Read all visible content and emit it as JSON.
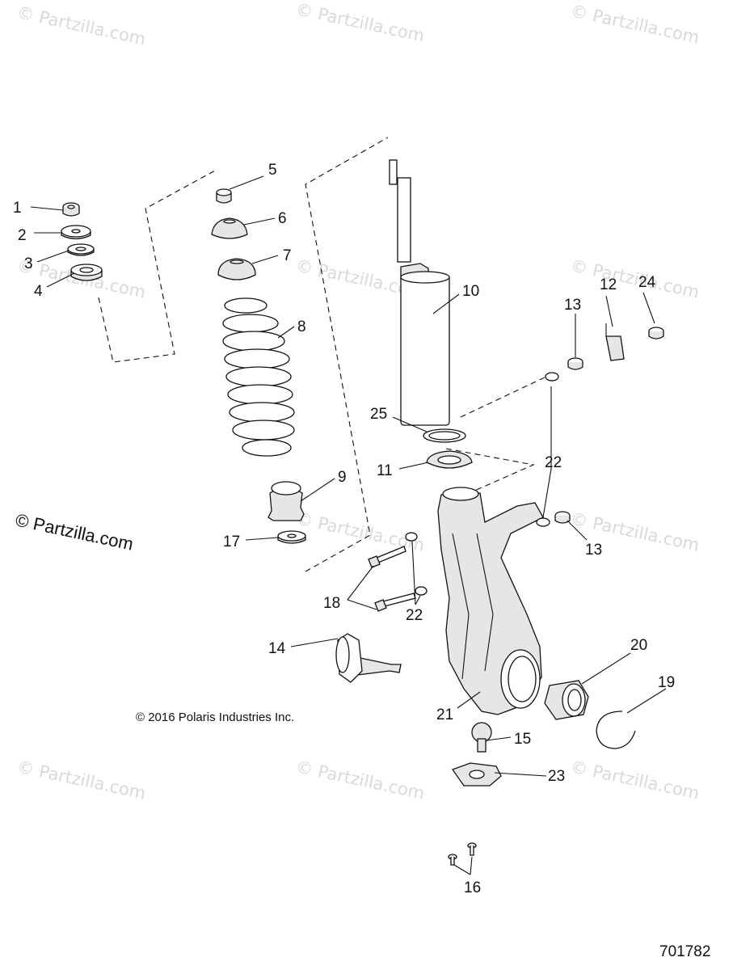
{
  "watermarks": {
    "text": "© Partzilla.com",
    "main_text": "© Partzilla.com"
  },
  "callouts": {
    "c1": "1",
    "c2": "2",
    "c3": "3",
    "c4": "4",
    "c5": "5",
    "c6": "6",
    "c7": "7",
    "c8": "8",
    "c9": "9",
    "c10": "10",
    "c11": "11",
    "c12": "12",
    "c13a": "13",
    "c13b": "13",
    "c14": "14",
    "c15": "15",
    "c16": "16",
    "c17": "17",
    "c18": "18",
    "c19": "19",
    "c20": "20",
    "c21": "21",
    "c22a": "22",
    "c22b": "22",
    "c23": "23",
    "c24": "24",
    "c25": "25"
  },
  "copyright": "© 2016 Polaris Industries Inc.",
  "drawing_number": "701782"
}
